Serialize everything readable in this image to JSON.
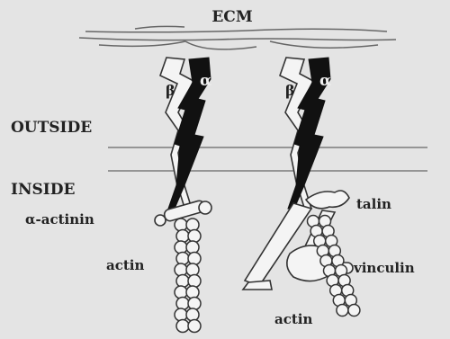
{
  "labels": {
    "ecm": "ECM",
    "outside": "OUTSIDE",
    "inside": "INSIDE",
    "beta": "β",
    "alpha": "α",
    "talin": "talin",
    "alpha_actinin": "α-actinin",
    "actin": "actin",
    "vinculin": "vinculin"
  },
  "colors": {
    "background": "#e4e4e4",
    "ink": "#222222",
    "alpha_subunit": "#111111",
    "beta_subunit": "#f4f4f4"
  }
}
